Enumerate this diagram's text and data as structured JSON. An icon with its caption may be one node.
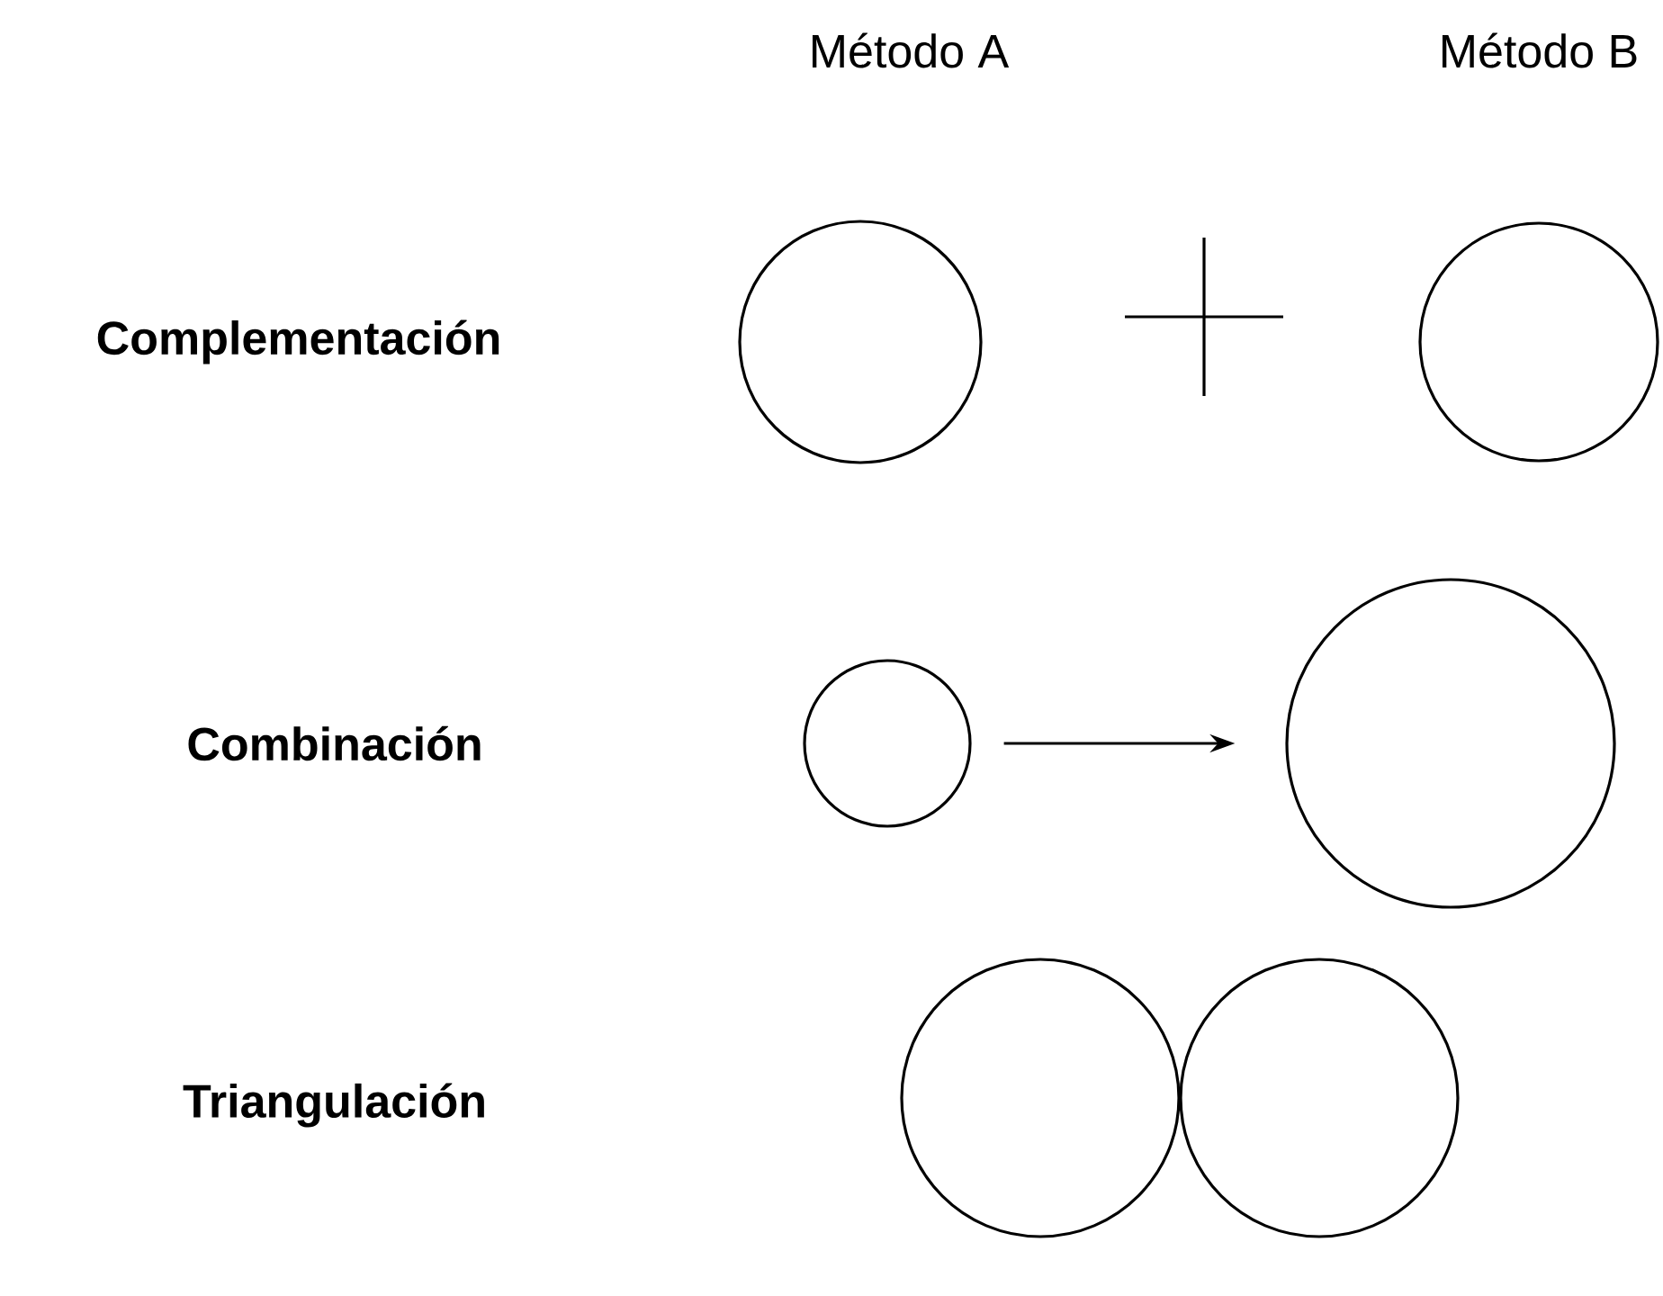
{
  "diagram": {
    "nodes": [
      {
        "text": [],
        "shape": "circle"
      },
      {
        "text": [],
        "shape": "circle"
      },
      {
        "text": [],
        "shape": "circle"
      },
      {
        "text": [],
        "shape": "circle"
      },
      {
        "text": [],
        "shape": "circle"
      },
      {
        "text": [],
        "shape": "circle"
      }
    ],
    "edges": [
      {
        "from": 2,
        "to": 3,
        "arrow": "to"
      }
    ],
    "labels": [
      "Método A",
      "Método B",
      "Complementación",
      "Combinación",
      "Triangulación"
    ]
  }
}
